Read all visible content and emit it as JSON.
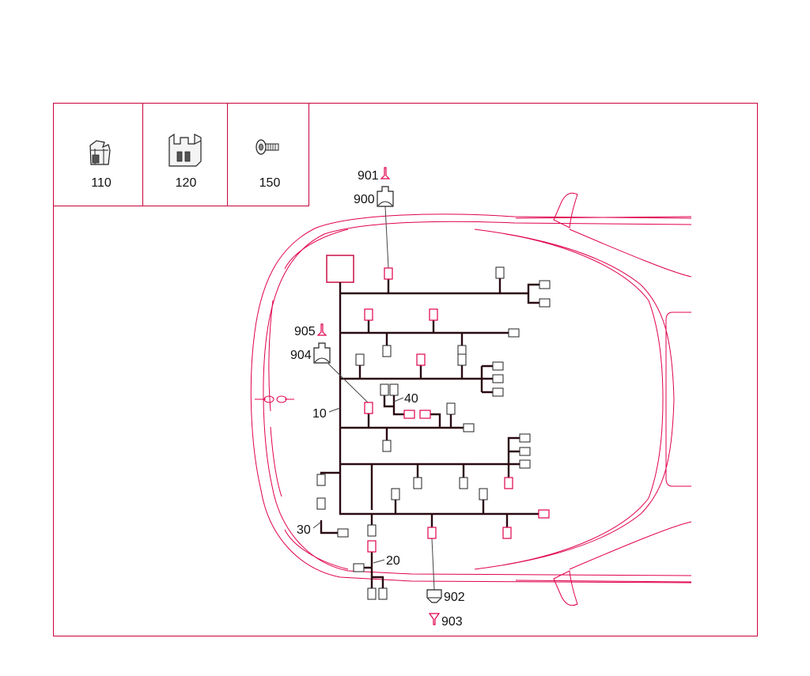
{
  "parts": [
    {
      "label": "110",
      "icon": "clip-icon"
    },
    {
      "label": "120",
      "icon": "holder-icon"
    },
    {
      "label": "150",
      "icon": "screw-icon"
    }
  ],
  "callouts": {
    "harness_main": "10",
    "harness_20": "20",
    "harness_30": "30",
    "harness_40": "40",
    "p900": "900",
    "p901": "901",
    "p902": "902",
    "p903": "903",
    "p904": "904",
    "p905": "905"
  },
  "colors": {
    "frame": "#c8003c",
    "car_outline": "#e0004e",
    "wire": "#2a0a12",
    "connector_accent": "#e0004e"
  }
}
